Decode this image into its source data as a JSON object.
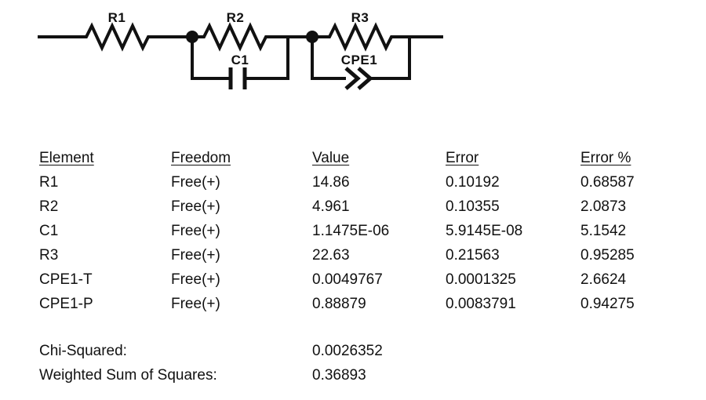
{
  "circuit": {
    "topology": "R1-(R2|C1)-(R3|CPE1)",
    "labels": {
      "r1": "R1",
      "r2": "R2",
      "r3": "R3",
      "c1": "C1",
      "cpe1": "CPE1"
    }
  },
  "table": {
    "headers": [
      "Element",
      "Freedom",
      "Value",
      "Error",
      "Error %"
    ],
    "rows": [
      [
        "R1",
        "Free(+)",
        "14.86",
        "0.10192",
        "0.68587"
      ],
      [
        "R2",
        "Free(+)",
        "4.961",
        "0.10355",
        "2.0873"
      ],
      [
        "C1",
        "Free(+)",
        "1.1475E-06",
        "5.9145E-08",
        "5.1542"
      ],
      [
        "R3",
        "Free(+)",
        "22.63",
        "0.21563",
        "0.95285"
      ],
      [
        "CPE1-T",
        "Free(+)",
        "0.0049767",
        "0.0001325",
        "2.6624"
      ],
      [
        "CPE1-P",
        "Free(+)",
        "0.88879",
        "0.0083791",
        "0.94275"
      ]
    ]
  },
  "summary": {
    "chi_squared_label": "Chi-Squared:",
    "chi_squared_value": "0.0026352",
    "wss_label": "Weighted Sum of Squares:",
    "wss_value": "0.36893"
  },
  "colors": {
    "foreground": "#111111",
    "background": "#ffffff"
  }
}
